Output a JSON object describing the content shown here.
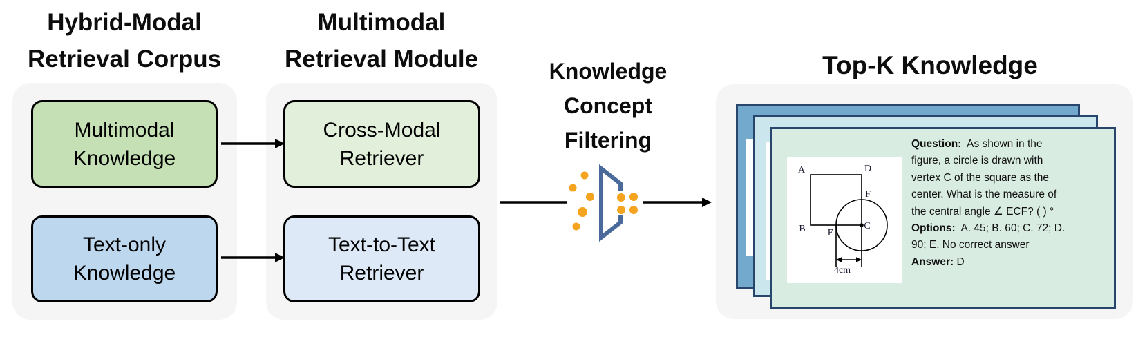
{
  "palette": {
    "container_gray": "#f5f5f6",
    "green_box": "#c5e0b4",
    "light_green_box": "#e2efda",
    "blue_box": "#bdd7ee",
    "light_blue_box": "#dde9f6",
    "card_back": "#74a9ce",
    "card_mid": "#cbe6ec",
    "card_front": "#d9ece2",
    "card_border": "#28466b",
    "funnel_blue": "#4a6a9b",
    "dot_orange": "#f5a41f"
  },
  "corpus": {
    "title": [
      "Hybrid-Modal",
      "Retrieval Corpus"
    ],
    "box_multimodal": [
      "Multimodal",
      "Knowledge"
    ],
    "box_textonly": [
      "Text-only",
      "Knowledge"
    ]
  },
  "module": {
    "title": [
      "Multimodal",
      "Retrieval Module"
    ],
    "box_crossmodal": [
      "Cross-Modal",
      "Retriever"
    ],
    "box_texttotext": [
      "Text-to-Text",
      "Retriever"
    ]
  },
  "filtering": {
    "title": [
      "Knowledge",
      "Concept",
      "Filtering"
    ]
  },
  "topk": {
    "title": "Top-K Knowledge",
    "card": {
      "figure_labels": {
        "a": "A",
        "b": "B",
        "c": "C",
        "d": "D",
        "e": "E",
        "f": "F",
        "dim": "4cm"
      },
      "lines": [
        {
          "bold": "Question:",
          "text": "  As shown in the"
        },
        {
          "bold": "",
          "text": "figure, a circle is drawn with"
        },
        {
          "bold": "",
          "text": "vertex C of the square as the"
        },
        {
          "bold": "",
          "text": "center. What is the measure of"
        },
        {
          "bold": "",
          "text": "the central angle ∠ ECF? ( ) °"
        },
        {
          "bold": "Options:",
          "text": "  A. 45; B. 60; C. 72; D."
        },
        {
          "bold": "",
          "text": "90; E. No correct answer"
        },
        {
          "bold": "Answer:",
          "text": " D"
        }
      ]
    }
  }
}
